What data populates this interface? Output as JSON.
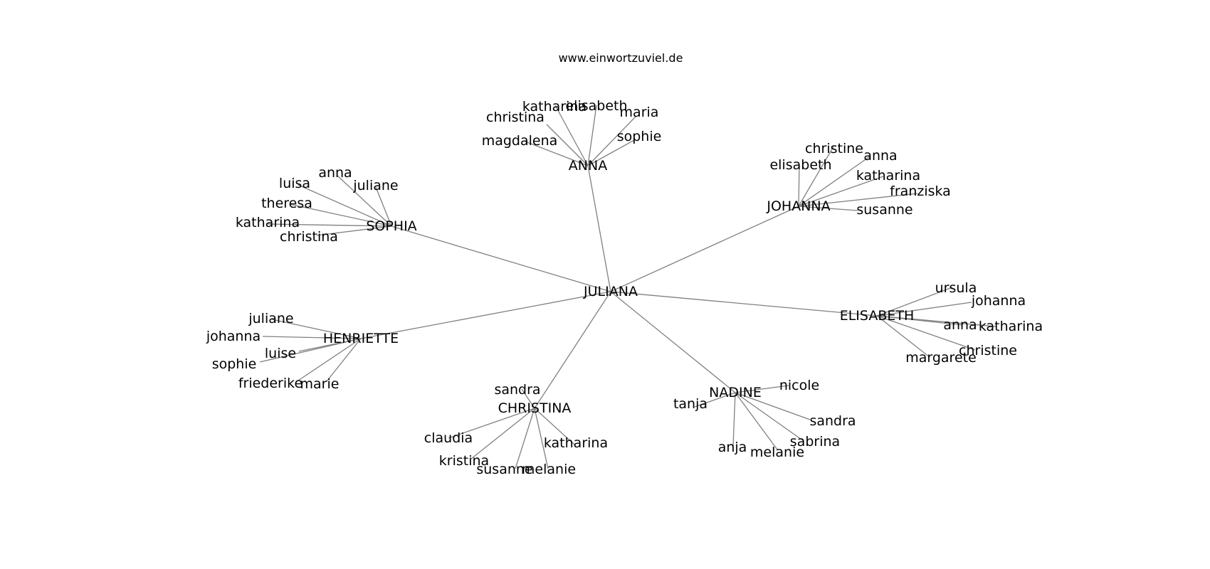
{
  "header": {
    "title": "www.einwortzuviel.de"
  },
  "colors": {
    "edge": "#808080",
    "text": "#000000",
    "background": "#ffffff"
  },
  "graph": {
    "root": "JULIANA",
    "hubs": [
      {
        "label": "ANNA",
        "leaves": [
          "katharina",
          "elisabeth",
          "maria",
          "christina",
          "sophie",
          "magdalena"
        ]
      },
      {
        "label": "JOHANNA",
        "leaves": [
          "christine",
          "anna",
          "katharina",
          "franziska",
          "elisabeth",
          "susanne"
        ]
      },
      {
        "label": "SOPHIA",
        "leaves": [
          "anna",
          "luisa",
          "juliane",
          "theresa",
          "katharina",
          "christina"
        ]
      },
      {
        "label": "ELISABETH",
        "leaves": [
          "ursula",
          "johanna",
          "anna",
          "katharina",
          "christine",
          "margarete"
        ]
      },
      {
        "label": "HENRIETTE",
        "leaves": [
          "juliane",
          "johanna",
          "luise",
          "sophie",
          "friederike",
          "marie"
        ]
      },
      {
        "label": "NADINE",
        "leaves": [
          "nicole",
          "tanja",
          "sandra",
          "sabrina",
          "melanie",
          "anja"
        ]
      },
      {
        "label": "CHRISTINA",
        "leaves": [
          "sandra",
          "claudia",
          "katharina",
          "kristina",
          "susanne",
          "melanie"
        ]
      }
    ]
  }
}
